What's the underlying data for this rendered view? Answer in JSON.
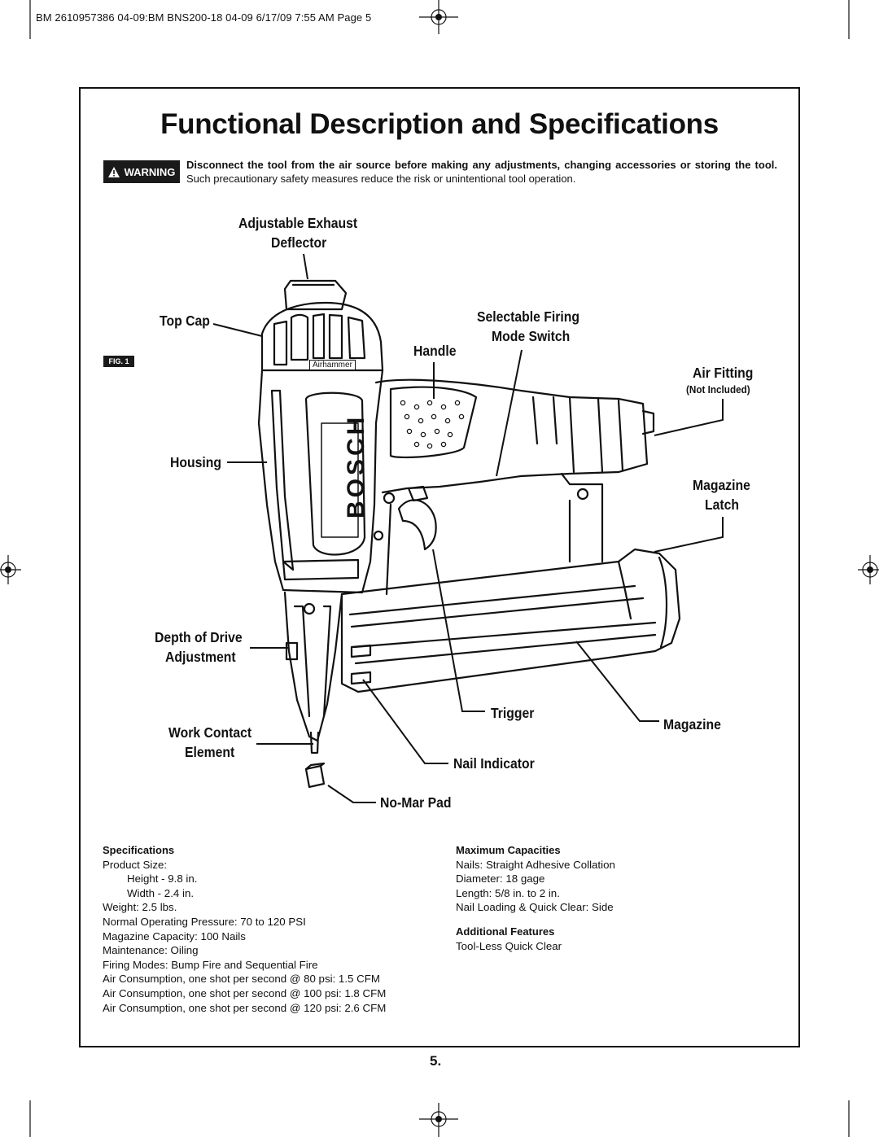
{
  "print_header": "BM 2610957386 04-09:BM BNS200-18 04-09 6/17/09 7:55 AM Page 5",
  "title": "Functional Description and Specifications",
  "warning": {
    "badge": "WARNING",
    "bold_text": "Disconnect the tool from the air source before making any adjustments, changing accessories or storing the tool.",
    "text": " Such precautionary safety measures reduce the risk or unintentional tool operation."
  },
  "figure": {
    "fig_label": "FIG. 1",
    "brand_text": "BOSCH",
    "airhammer_text": "Airhammer",
    "labels": {
      "exhaust_1": "Adjustable Exhaust",
      "exhaust_2": "Deflector",
      "top_cap": "Top Cap",
      "selectable_1": "Selectable Firing",
      "selectable_2": "Mode Switch",
      "handle": "Handle",
      "air_fitting": "Air Fitting",
      "not_included": "(Not Included)",
      "housing": "Housing",
      "magazine_latch_1": "Magazine",
      "magazine_latch_2": "Latch",
      "depth_1": "Depth of Drive",
      "depth_2": "Adjustment",
      "trigger": "Trigger",
      "magazine": "Magazine",
      "work_contact_1": "Work Contact",
      "work_contact_2": "Element",
      "nail_indicator": "Nail Indicator",
      "no_mar_pad": "No-Mar Pad"
    }
  },
  "specifications": {
    "heading": "Specifications",
    "lines": [
      {
        "text": "Product Size:",
        "indent": false
      },
      {
        "text": "Height - 9.8 in.",
        "indent": true
      },
      {
        "text": "Width - 2.4 in.",
        "indent": true
      },
      {
        "text": "Weight: 2.5 lbs.",
        "indent": false
      },
      {
        "text": "Normal Operating Pressure: 70 to 120 PSI",
        "indent": false
      },
      {
        "text": "Magazine Capacity: 100 Nails",
        "indent": false
      },
      {
        "text": "Maintenance: Oiling",
        "indent": false
      },
      {
        "text": "Firing Modes: Bump Fire and Sequential Fire",
        "indent": false
      },
      {
        "text": "Air Consumption, one shot per second @ 80 psi:  1.5 CFM",
        "indent": false
      },
      {
        "text": "Air Consumption, one shot per second @ 100 psi:  1.8 CFM",
        "indent": false
      },
      {
        "text": "Air Consumption, one shot per second @ 120 psi:  2.6 CFM",
        "indent": false
      }
    ]
  },
  "maximum_capacities": {
    "heading": "Maximum Capacities",
    "lines": [
      "Nails: Straight Adhesive Collation",
      "Diameter: 18 gage",
      "Length: 5/8 in. to 2 in.",
      "Nail Loading & Quick Clear: Side"
    ]
  },
  "additional_features": {
    "heading": "Additional Features",
    "lines": [
      "Tool-Less Quick Clear"
    ]
  },
  "page_number": "5."
}
